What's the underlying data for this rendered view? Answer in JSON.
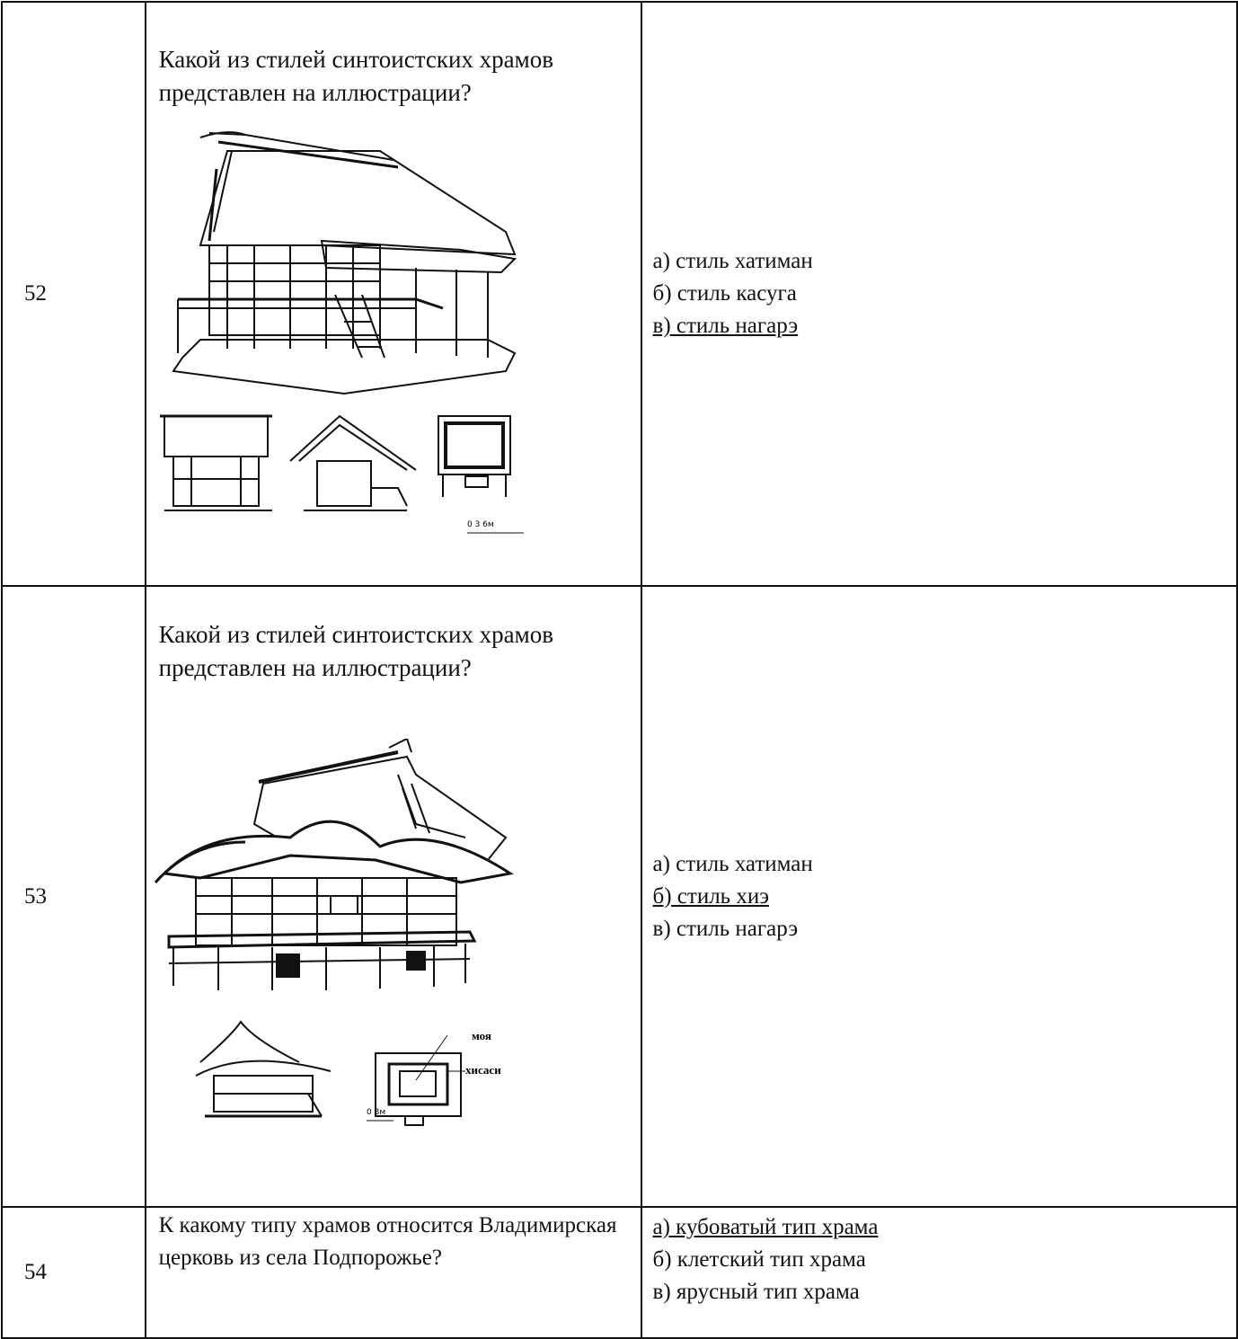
{
  "rows": [
    {
      "number": "52",
      "question": "Какой из стилей синтоистских храмов представлен на иллюстрации?",
      "illustration": "shrine-nagare-style-drawing",
      "scale_label": "0   3   6м",
      "answers": [
        {
          "text": "а) стиль хатиман",
          "correct": false
        },
        {
          "text": "б) стиль касуга",
          "correct": false
        },
        {
          "text": "в) стиль нагарэ",
          "correct": true
        }
      ]
    },
    {
      "number": "53",
      "question": "Какой из стилей синтоистских храмов представлен на иллюстрации?",
      "illustration": "shrine-hie-style-drawing",
      "plan_labels": {
        "moya": "моя",
        "hisashi": "хисаси"
      },
      "scale_label": "0   3м",
      "answers": [
        {
          "text": "а) стиль хатиман",
          "correct": false
        },
        {
          "text": "б) стиль хиэ",
          "correct": true
        },
        {
          "text": "в) стиль нагарэ",
          "correct": false
        }
      ]
    },
    {
      "number": "54",
      "question": "К какому типу храмов относится Владимирская церковь из села Подпорожье?",
      "answers": [
        {
          "text": "а) кубоватый тип храма",
          "correct": true
        },
        {
          "text": "б) клетский тип храма",
          "correct": false
        },
        {
          "text": "в) ярусный тип храма",
          "correct": false
        }
      ]
    }
  ]
}
